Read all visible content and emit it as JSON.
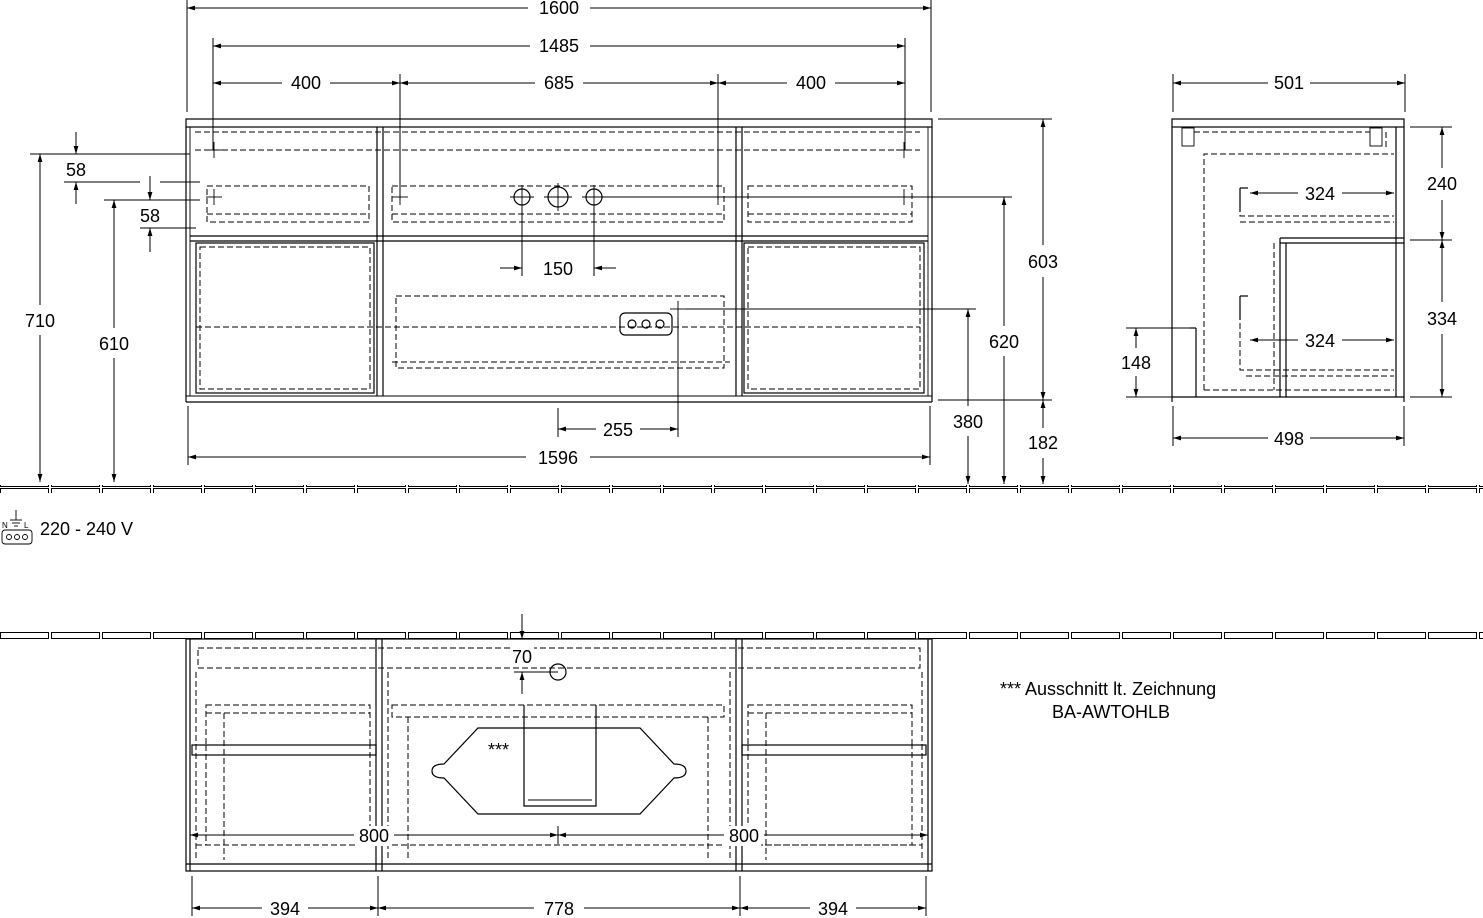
{
  "dimensions": {
    "front_total_width": "1600",
    "front_inner_width": "1485",
    "front_left_section": "400",
    "front_middle_section": "685",
    "front_right_section": "400",
    "front_top_offset": "58",
    "front_drawer_offset": "58",
    "front_total_height": "710",
    "front_lower_height": "610",
    "tap_spacing": "150",
    "socket_offset": "255",
    "front_base_width": "1596",
    "cabinet_height": "603",
    "tap_height": "620",
    "socket_height": "380",
    "floor_clearance": "182",
    "side_total_depth": "501",
    "side_upper_drawer": "324",
    "side_lower_drawer": "324",
    "side_upper_height": "240",
    "side_lower_height": "334",
    "side_cut_height": "148",
    "side_base_depth": "498",
    "top_wall_offset": "70",
    "top_left_half": "800",
    "top_right_half": "800",
    "top_left_section": "394",
    "top_middle_section": "778",
    "top_right_section": "394"
  },
  "power": {
    "icon": "socket-ground-icon",
    "label": "220 - 240 V"
  },
  "cutout_note": {
    "marker": "***",
    "line1": "*** Ausschnitt lt. Zeichnung",
    "line2": "BA-AWTOHLB"
  }
}
